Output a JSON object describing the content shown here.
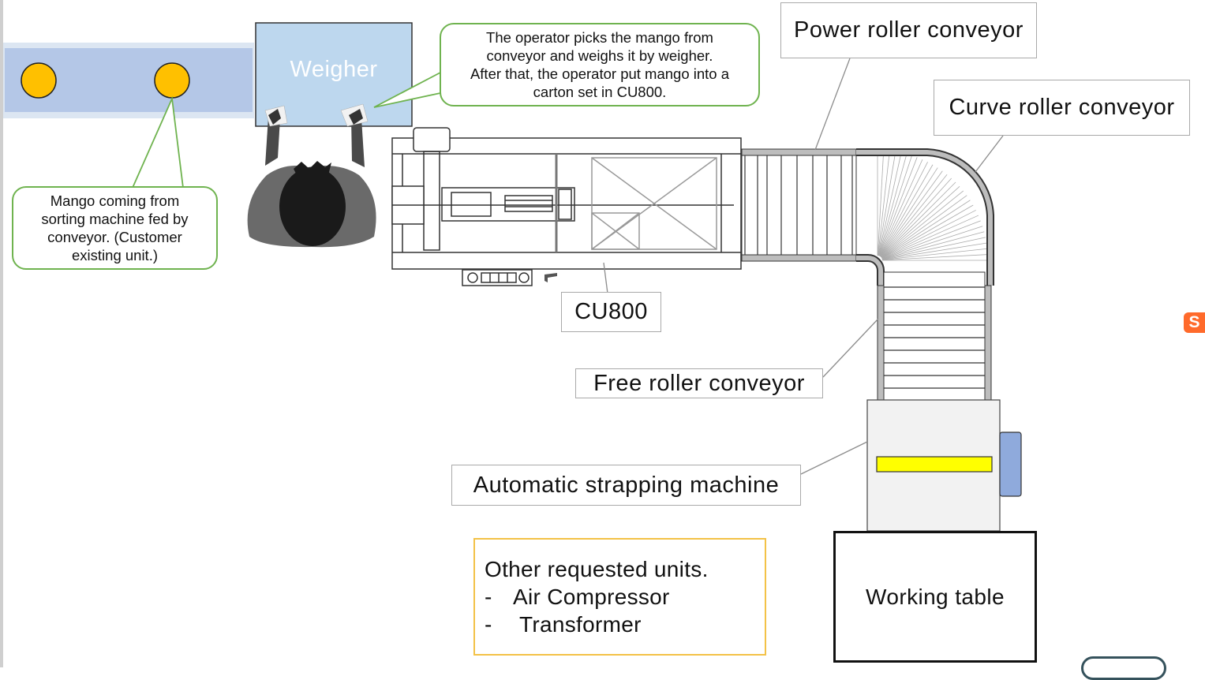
{
  "labels": {
    "weigher": "Weigher",
    "operator_callout": [
      "The operator picks the mango from",
      "conveyor and weighs it by weigher.",
      "After that, the operator put mango into a",
      "carton set in CU800."
    ],
    "mango_callout": [
      "Mango coming from",
      "sorting machine fed by",
      "conveyor. (Customer",
      "existing unit.)"
    ],
    "power_roller": "Power roller conveyor",
    "curve_roller": "Curve roller conveyor",
    "cu800": "CU800",
    "free_roller": "Free roller conveyor",
    "strapping": "Automatic strapping machine",
    "working_table": "Working table"
  },
  "other_units": {
    "title": "Other requested units.",
    "items": [
      {
        "dash": "-",
        "text": "Air Compressor"
      },
      {
        "dash": "-",
        "text": "Transformer"
      }
    ]
  },
  "icons": {
    "app_badge": "S"
  },
  "colors": {
    "mango": "#ffc000",
    "conveyor_band": "#b4c7e7",
    "weigher": "#bdd7ee",
    "callout_border": "#6fb34f",
    "other_border": "#f3c247",
    "strap_bar": "#ffff00",
    "handle": "#8faadc"
  }
}
